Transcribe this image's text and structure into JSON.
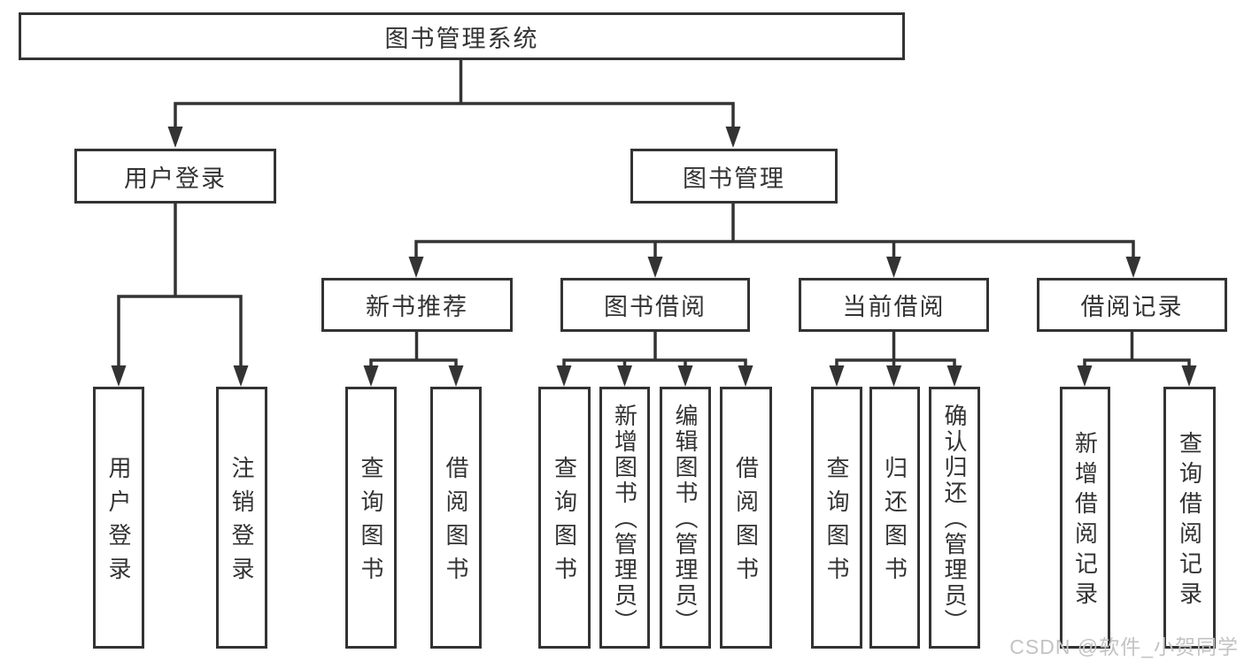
{
  "tree": {
    "root": {
      "label": "图书管理系统"
    },
    "level2": [
      {
        "label": "用户登录",
        "children": [
          {
            "label": "用户登录"
          },
          {
            "label": "注销登录"
          }
        ]
      },
      {
        "label": "图书管理",
        "children": [
          {
            "label": "新书推荐",
            "children": [
              {
                "label": "查询图书"
              },
              {
                "label": "借阅图书"
              }
            ]
          },
          {
            "label": "图书借阅",
            "children": [
              {
                "label": "查询图书"
              },
              {
                "label": "新增图书（管理员）"
              },
              {
                "label": "编辑图书（管理员）"
              },
              {
                "label": "借阅图书"
              }
            ]
          },
          {
            "label": "当前借阅",
            "children": [
              {
                "label": "查询图书"
              },
              {
                "label": "归还图书"
              },
              {
                "label": "确认归还（管理员）"
              }
            ]
          },
          {
            "label": "借阅记录",
            "children": [
              {
                "label": "新增借阅记录"
              },
              {
                "label": "查询借阅记录"
              }
            ]
          }
        ]
      }
    ]
  },
  "watermark": "CSDN @软件_小贺同学",
  "colors": {
    "line": "#333333",
    "text": "#333333",
    "watermark": "#c3c3c3",
    "bg": "#ffffff"
  }
}
